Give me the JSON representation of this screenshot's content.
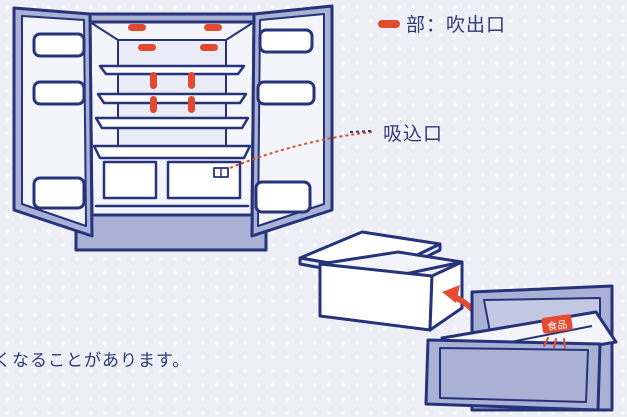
{
  "legend": {
    "label": "部：吹出口"
  },
  "intake_label": "吸込口",
  "note": "くなることがあります。",
  "tag_text": "食品",
  "colors": {
    "outline": "#26337a",
    "fridge_body": "#a9b1d4",
    "interior": "#f4f5fb",
    "vent_red": "#e24a2f",
    "tag_red": "#e44b30",
    "arrow_red": "#e44b30",
    "background": "#eeeff6"
  }
}
